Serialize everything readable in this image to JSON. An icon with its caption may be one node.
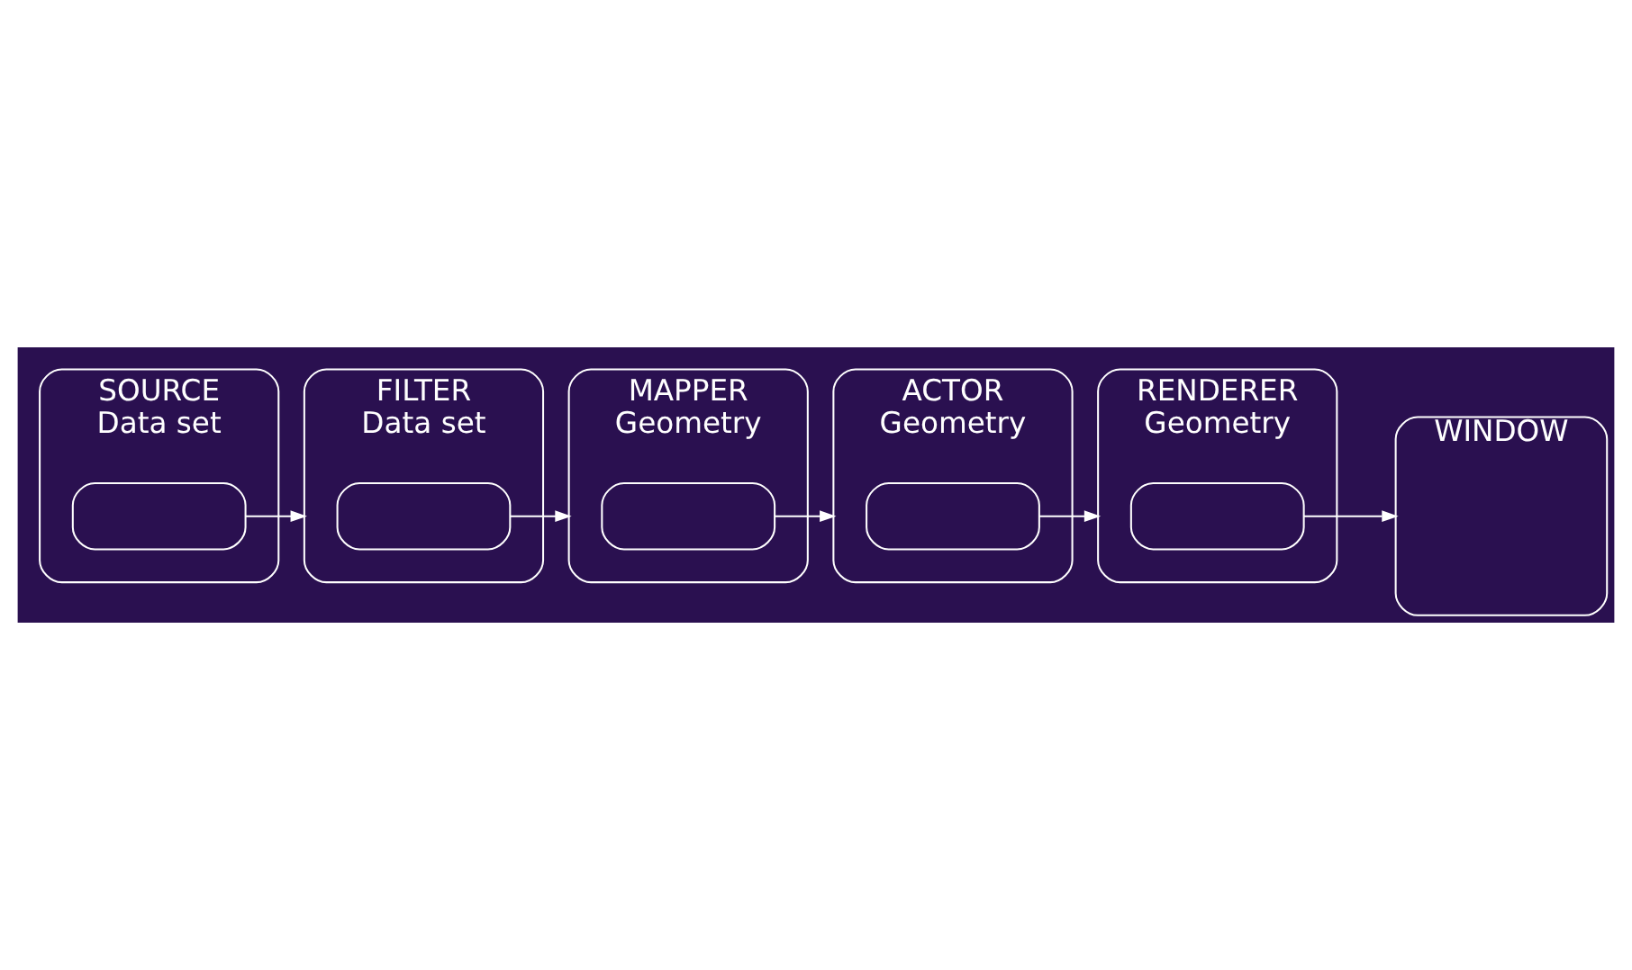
{
  "diagram": {
    "nodes": [
      {
        "text": [
          "SOURCE",
          "Data set"
        ]
      },
      {
        "text": [],
        "shape": "box",
        "in": 0
      },
      {
        "text": [
          "FILTER",
          "Data set"
        ]
      },
      {
        "text": [],
        "shape": "box",
        "in": 2
      },
      {
        "text": [
          "MAPPER",
          "Geometry"
        ]
      },
      {
        "text": [],
        "shape": "box",
        "in": 4
      },
      {
        "text": [
          "ACTOR",
          "Geometry"
        ]
      },
      {
        "text": [],
        "shape": "box",
        "in": 6
      },
      {
        "text": [
          "RENDERER",
          "Geometry"
        ]
      },
      {
        "text": [],
        "shape": "box",
        "in": 8
      },
      {
        "text": [
          "WINDOW"
        ]
      }
    ],
    "edges": [
      {
        "from": 1,
        "to": 2,
        "arrow": "to"
      },
      {
        "from": 3,
        "to": 4,
        "arrow": "to"
      },
      {
        "from": 5,
        "to": 6,
        "arrow": "to"
      },
      {
        "from": 7,
        "to": 8,
        "arrow": "to"
      },
      {
        "from": 9,
        "to": 10,
        "arrow": "to"
      }
    ]
  }
}
